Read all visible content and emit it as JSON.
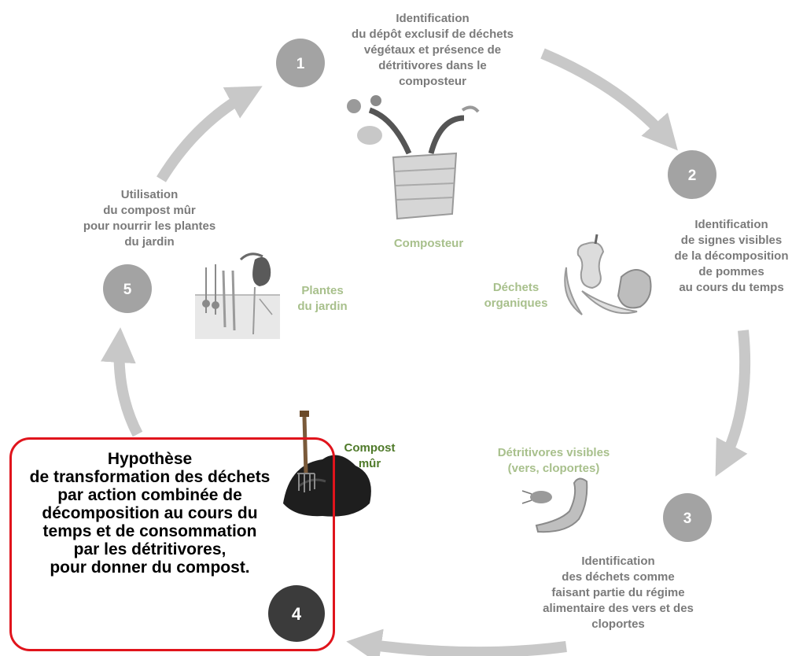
{
  "steps": [
    {
      "number": "1",
      "text": "Identification\ndu dépôt exclusif de déchets\nvégétaux et présence de\ndétritivores dans le\ncomposteur"
    },
    {
      "number": "2",
      "text": "Identification\nde signes visibles\nde la décomposition\nde pommes\nau cours du temps"
    },
    {
      "number": "3",
      "text": "Identification\ndes déchets comme\nfaisant partie du régime\nalimentaire des vers et des\ncloportes"
    },
    {
      "number": "4",
      "text": "Hypothèse\nde transformation des déchets\npar action combinée de\ndécomposition au cours du\ntemps et de consommation\npar les détritivores,\npour donner du compost."
    },
    {
      "number": "5",
      "text": "Utilisation\ndu compost mûr\npour nourrir les plantes\ndu jardin"
    }
  ],
  "illustrations": {
    "composteur": "Composteur",
    "dechets": "Déchets\norganiques",
    "detritivores": "Détritivores visibles\n(vers, cloportes)",
    "compost": "Compost\nmûr",
    "plantes": "Plantes\ndu jardin"
  },
  "colors": {
    "arrow": "#c8c8c8",
    "circle": "#a3a3a3",
    "circle_active": "#3b3b3b",
    "highlight_border": "#e0141c",
    "green_label": "#a8c08c",
    "dark_green_label": "#4f7a2a"
  },
  "icons": [
    "composteur-icon",
    "apple-core-icon",
    "worm-icon",
    "woodlouse-icon",
    "compost-pile-icon",
    "fork-icon",
    "garden-plants-icon"
  ]
}
